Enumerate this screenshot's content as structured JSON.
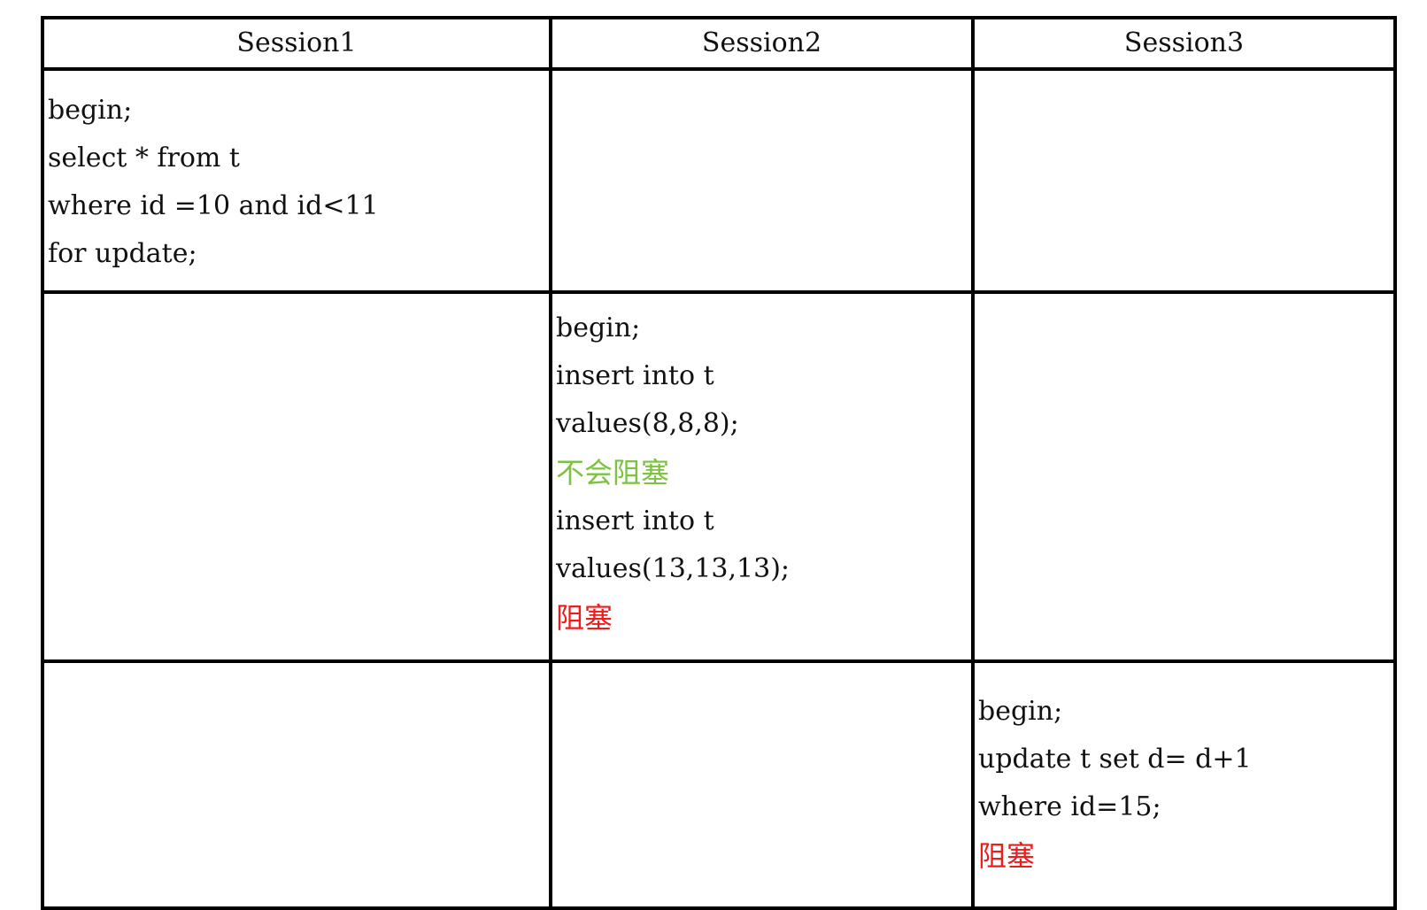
{
  "headers": [
    "Session1",
    "Session2",
    "Session3"
  ],
  "rows": [
    {
      "session1": [
        "begin;",
        "select * from t",
        "where id =10 and id<11",
        "for update;"
      ],
      "session2": [],
      "session3": []
    },
    {
      "session1": [],
      "session2": [
        "begin;",
        "insert into t",
        "values(8,8,8);",
        "不会阻塞",
        "insert into t",
        "values(13,13,13);",
        "阻塞"
      ],
      "session3": []
    },
    {
      "session1": [],
      "session2": [],
      "session3": [
        "begin;",
        "update t set d= d+1",
        "where id=15;",
        "阻塞"
      ]
    }
  ],
  "colors": {
    "not_blocked": "#7dc242",
    "blocked": "#ef1c1c",
    "border": "#000000"
  }
}
